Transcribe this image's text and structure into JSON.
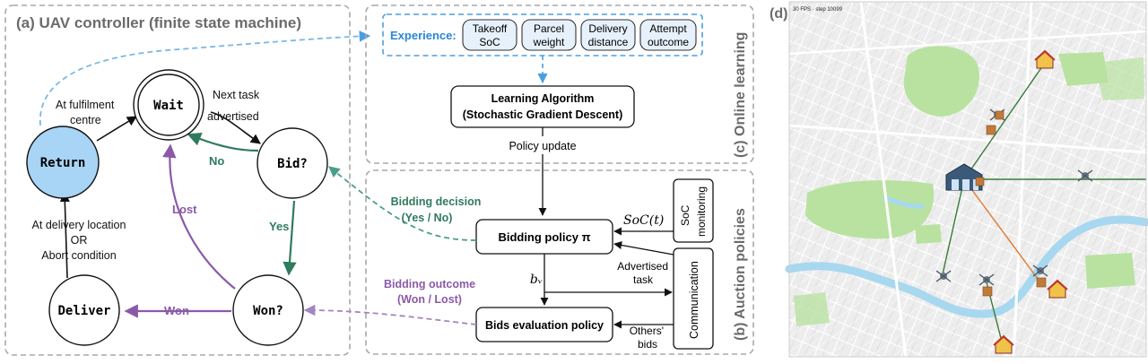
{
  "panel_a": {
    "title": "(a) UAV controller (finite state machine)",
    "states": {
      "wait": "Wait",
      "bid": "Bid?",
      "return": "Return",
      "won": "Won?",
      "deliver": "Deliver"
    },
    "edges": {
      "next_task_1": "Next task",
      "next_task_2": "advertised",
      "fulfilment_1": "At fulfilment",
      "fulfilment_2": "centre",
      "no": "No",
      "yes": "Yes",
      "lost": "Lost",
      "won": "Won",
      "delivery_1": "At delivery location",
      "delivery_2": "OR",
      "delivery_3": "Abort condition"
    }
  },
  "panel_c": {
    "title": "(c) Online learning",
    "experience_label": "Experience:",
    "features": [
      [
        "Takeoff",
        "SoC"
      ],
      [
        "Parcel",
        "weight"
      ],
      [
        "Delivery",
        "distance"
      ],
      [
        "Attempt",
        "outcome"
      ]
    ],
    "learning_1": "Learning Algorithm",
    "learning_2": "(Stochastic Gradient Descent)",
    "policy_update": "Policy update"
  },
  "panel_b": {
    "title": "(b) Auction policies",
    "bidding_decision_1": "Bidding decision",
    "bidding_decision_2": "(Yes / No)",
    "bidding_policy": "Bidding policy π",
    "soc_t": "SoC(t)",
    "soc_monitoring_1": "SoC",
    "soc_monitoring_2": "monitoring",
    "bv": "bᵥ",
    "advertised_1": "Advertised",
    "advertised_2": "task",
    "communication": "Communication",
    "bidding_outcome_1": "Bidding outcome",
    "bidding_outcome_2": "(Won / Lost)",
    "bids_eval": "Bids evaluation policy",
    "others_1": "Others'",
    "others_2": "bids"
  },
  "panel_d": {
    "label": "(d)",
    "sim_status": "30 FPS · step 10099"
  },
  "colors": {
    "state_fill_return": "#a8d4f5",
    "blue_accent": "#4a9fe0",
    "green": "#2f7b5e",
    "purple": "#8a5aa8",
    "panel_border": "#a8a8a8",
    "map_base": "#e9e9ea",
    "park": "#b9e2a1",
    "water": "#a7d8ef"
  }
}
